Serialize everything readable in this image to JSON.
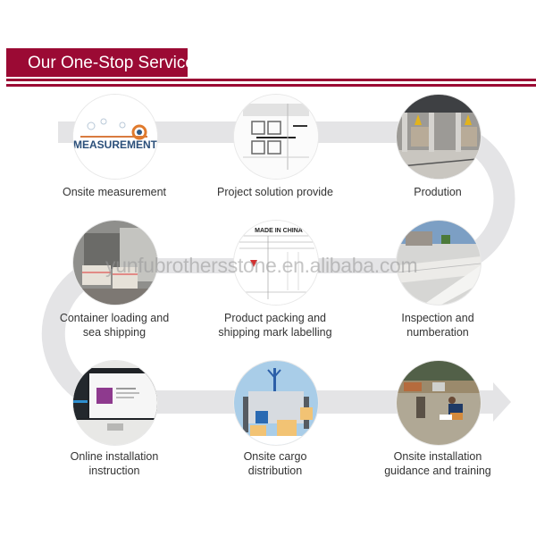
{
  "header": {
    "title": "Our One-Stop Services",
    "accent_color": "#9b0a34"
  },
  "steps": [
    {
      "id": "measurement",
      "lines": [
        "Onsite measurement"
      ],
      "image_label": "MEASUREMENT"
    },
    {
      "id": "project-solution",
      "lines": [
        "Project solution provide"
      ]
    },
    {
      "id": "production",
      "lines": [
        "Prodution"
      ]
    },
    {
      "id": "inspection",
      "lines": [
        "Inspection and",
        "numberation"
      ]
    },
    {
      "id": "packing",
      "lines": [
        "Product packing and",
        "shipping mark labelling"
      ],
      "image_label": "MADE IN CHINA"
    },
    {
      "id": "container",
      "lines": [
        "Container loading and",
        "sea shipping"
      ]
    },
    {
      "id": "online-instruction",
      "lines": [
        "Online installation",
        "instruction"
      ]
    },
    {
      "id": "cargo-distribution",
      "lines": [
        "Onsite cargo",
        "distribution"
      ]
    },
    {
      "id": "installation-guidance",
      "lines": [
        "Onsite installation",
        "guidance and training"
      ]
    }
  ],
  "watermark": "yunfubrothersstone.en.alibaba.com",
  "flow_color": "#e4e4e6"
}
